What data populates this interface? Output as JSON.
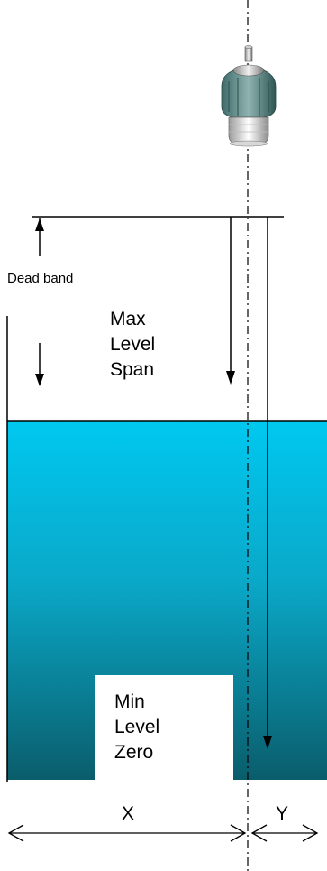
{
  "labels": {
    "dead_band": "Dead band",
    "max_line1": "Max",
    "max_line2": "Level",
    "max_line3": "Span",
    "min_line1": "Min",
    "min_line2": "Level",
    "min_line3": "Zero",
    "x": "X",
    "y": "Y"
  },
  "colors": {
    "liquid_top": "#00c8f0",
    "liquid_bottom": "#0a5d6b",
    "line": "#000000"
  },
  "icons": {
    "sensor": "ultrasonic-sensor-icon"
  }
}
